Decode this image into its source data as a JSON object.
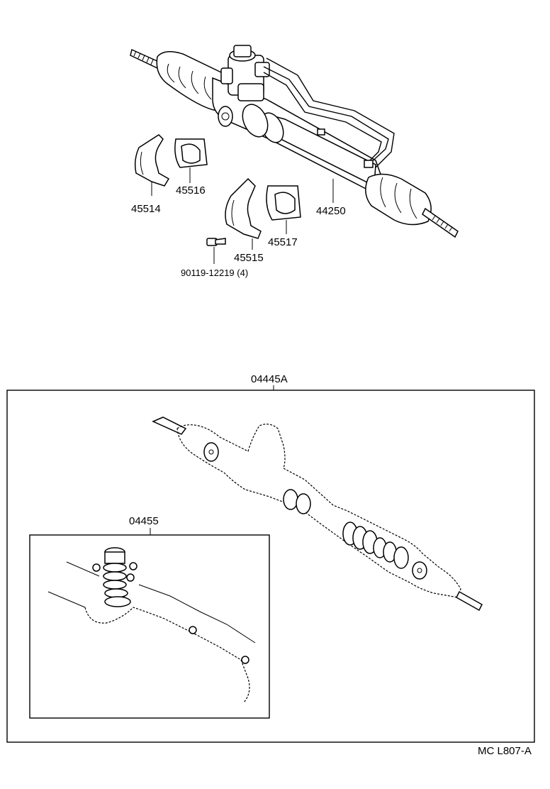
{
  "labels": {
    "steering_gear_assy": "44250",
    "bracket_left": "45514",
    "grommet_left": "45516",
    "bracket_right": "45515",
    "grommet_right": "45517",
    "bolt": "90119-12219 (4)",
    "gasket_kit_box": "04445A",
    "seal_kit_box": "04455"
  },
  "footer": {
    "drawing_code": "MC L807-A"
  }
}
